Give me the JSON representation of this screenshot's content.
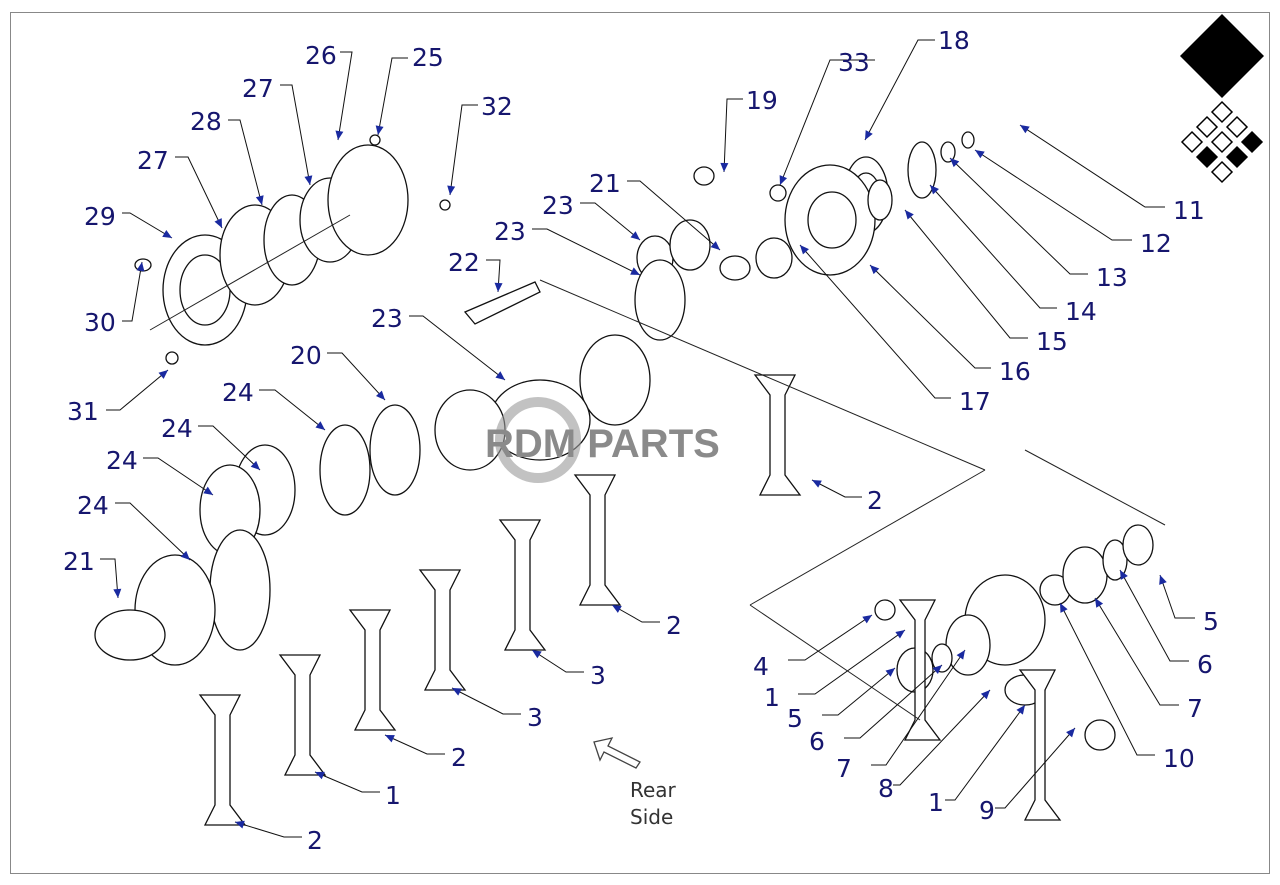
{
  "diagram": {
    "callouts": [
      "26",
      "25",
      "27",
      "32",
      "28",
      "27",
      "29",
      "30",
      "31",
      "33",
      "18",
      "19",
      "21",
      "23",
      "23",
      "22",
      "23",
      "20",
      "24",
      "24",
      "24",
      "24",
      "21",
      "11",
      "12",
      "13",
      "14",
      "15",
      "16",
      "17",
      "2",
      "2",
      "3",
      "3",
      "2",
      "1",
      "2",
      "5",
      "6",
      "7",
      "10",
      "4",
      "1",
      "5",
      "6",
      "7",
      "8",
      "1",
      "9"
    ],
    "direction_note_line1": "Rear",
    "direction_note_line2": "Side",
    "watermark": "RDM PARTS"
  },
  "colors": {
    "label": "#16166e",
    "arrow": "#1a2aa0"
  }
}
